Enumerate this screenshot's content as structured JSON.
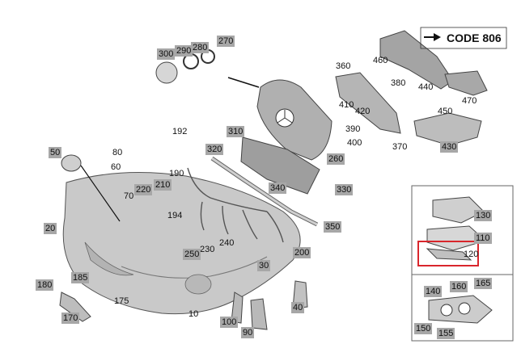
{
  "code_label": "CODE 806",
  "colors": {
    "label_bg": "#a7a7a7",
    "highlight": "#d9262c",
    "part_fill": "#c9c9c9",
    "outline": "#444444"
  },
  "parts": {
    "p10": "10",
    "p20": "20",
    "p30": "30",
    "p40": "40",
    "p50": "50",
    "p60": "60",
    "p70": "70",
    "p80": "80",
    "p90": "90",
    "p100": "100",
    "p110": "110",
    "p120": "120",
    "p130": "130",
    "p140": "140",
    "p150": "150",
    "p155": "155",
    "p160": "160",
    "p165": "165",
    "p170": "170",
    "p175": "175",
    "p180": "180",
    "p185": "185",
    "p190": "190",
    "p192": "192",
    "p194": "194",
    "p200": "200",
    "p210": "210",
    "p220": "220",
    "p230": "230",
    "p240": "240",
    "p250": "250",
    "p260": "260",
    "p270": "270",
    "p280": "280",
    "p290": "290",
    "p300": "300",
    "p310": "310",
    "p320": "320",
    "p330": "330",
    "p340": "340",
    "p350": "350",
    "p360": "360",
    "p370": "370",
    "p380": "380",
    "p390": "390",
    "p400": "400",
    "p410": "410",
    "p420": "420",
    "p430": "430",
    "p440": "440",
    "p450": "450",
    "p460": "460",
    "p470": "470"
  }
}
